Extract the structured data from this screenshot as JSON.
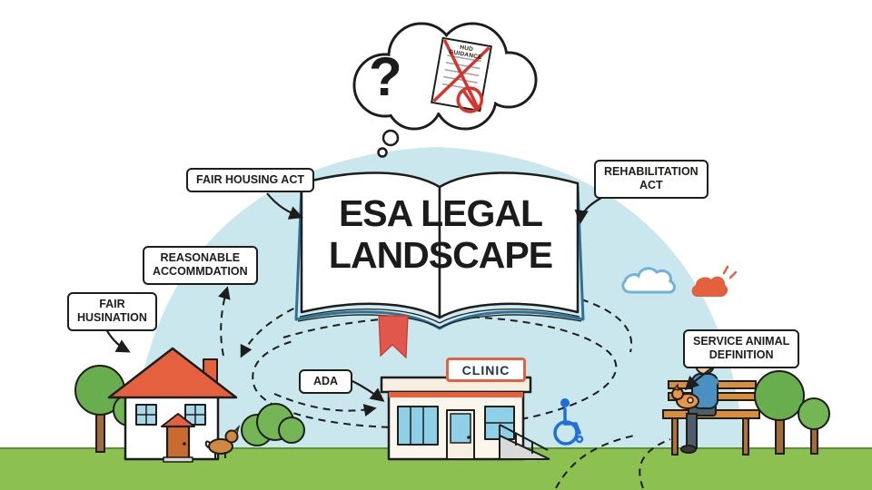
{
  "illustration": {
    "book": {
      "title_line1": "ESA LEGAL",
      "title_line2": "LANDSCAPE"
    },
    "thought_bubble": {
      "question_mark": "?",
      "document_label": "HUD GUIDANCE"
    },
    "labels": {
      "fair_housing_act": "FAIR HOUSING ACT",
      "rehabilitation_line1": "REHABILITATION",
      "rehabilitation_line2": "ACT",
      "reasonable_line1": "REASONABLE",
      "reasonable_line2": "ACCOMMDATION",
      "fair_husination_line1": "FAIR",
      "fair_husination_line2": "HUSINATION",
      "ada": "ADA",
      "service_animal_line1": "SERVICE ANIMAL",
      "service_animal_line2": "DEFINITION"
    },
    "clinic_sign": "CLINIC",
    "colors": {
      "sky_blob": "#c9e7ec",
      "ground": "#8cc152",
      "accent_red": "#d9342b",
      "orange": "#e4603e",
      "book_blue": "#2e7396",
      "wheelchair_blue": "#1e6fd9"
    }
  }
}
